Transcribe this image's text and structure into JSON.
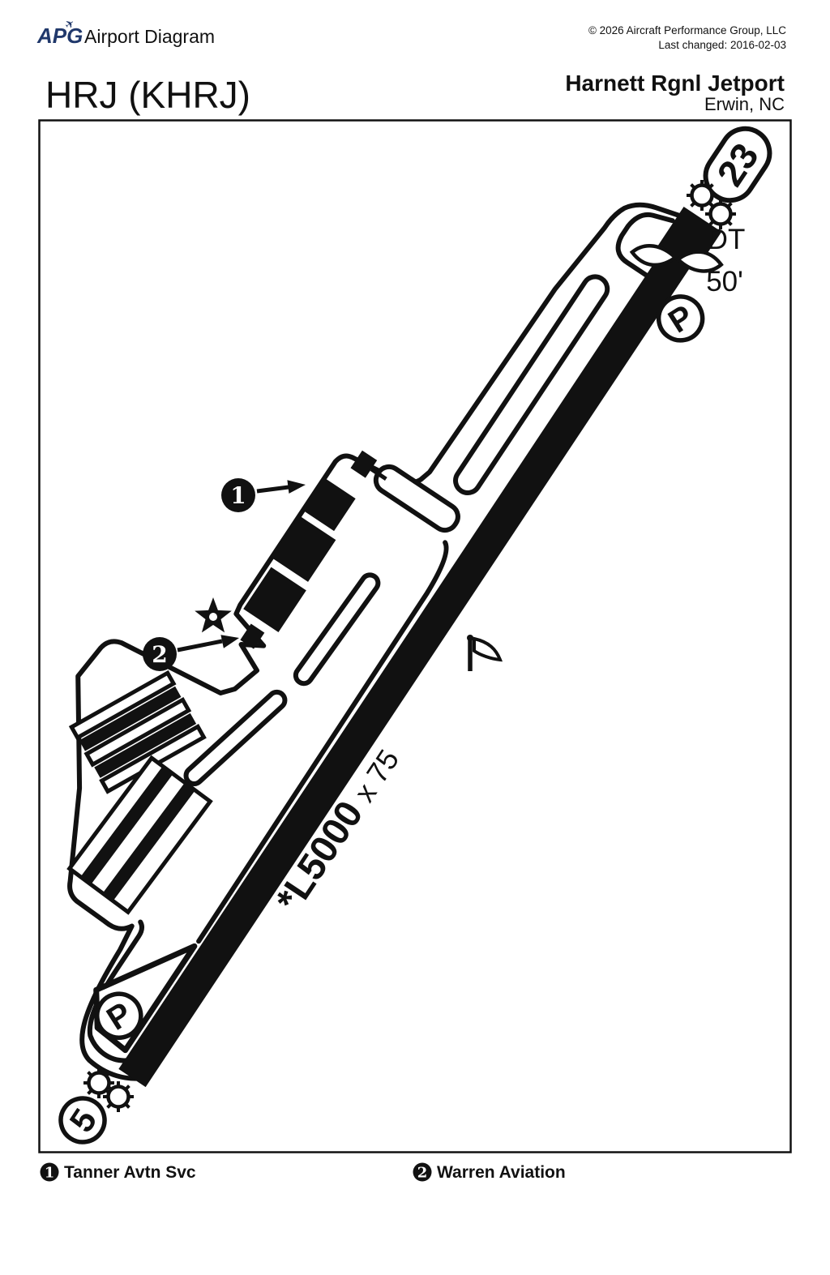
{
  "header": {
    "logo_text": "APG",
    "title": "Airport Diagram",
    "copyright": "© 2026 Aircraft Performance Group, LLC",
    "last_changed": "Last changed: 2016-02-03"
  },
  "airport": {
    "code": "HRJ (KHRJ)",
    "name": "Harnett Rgnl Jetport",
    "location": "Erwin, NC"
  },
  "runway": {
    "end_label_high": "23",
    "end_label_low": "5",
    "surface_label_primary": "*L5000",
    "surface_label_secondary": "x 75",
    "displaced_threshold_label": "DT",
    "displaced_threshold_value": "50'"
  },
  "symbols": {
    "parking": "P"
  },
  "markers": {
    "m1": "1",
    "m2": "2"
  },
  "legend": {
    "items": [
      {
        "num": "1",
        "label": "Tanner Avtn Svc"
      },
      {
        "num": "2",
        "label": "Warren Aviation"
      }
    ]
  },
  "colors": {
    "ink": "#111111",
    "logo_blue": "#20386b"
  }
}
